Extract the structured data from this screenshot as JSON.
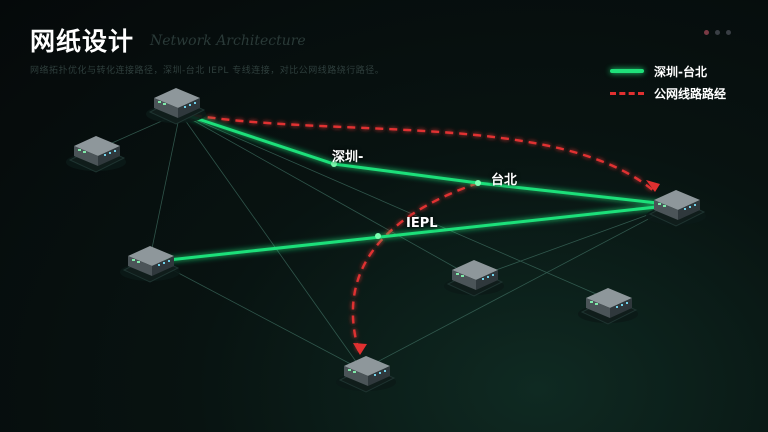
{
  "page": {
    "title": "网纸设计",
    "title_ghost": "Network Architecture",
    "subtitle": "网络拓扑优化与转化连接路径，深圳-台北 IEPL 专线连接，对比公网线路绕行路径。",
    "pagination": {
      "total": 3,
      "active": 0
    }
  },
  "legend": [
    {
      "label": "深圳-台北",
      "style": "solid",
      "color": "#1fe07a"
    },
    {
      "label": "公网线路路经",
      "style": "dashed",
      "color": "#e03030"
    }
  ],
  "labels": {
    "shenzhen": "深圳-",
    "taipei": "台北",
    "iepl": "IEPL"
  },
  "colors": {
    "green": "#1fe07a",
    "red": "#e03030",
    "mesh": "#3d6b5e"
  },
  "devices": [
    {
      "id": "device-a",
      "icon": "server-icon"
    },
    {
      "id": "device-b",
      "icon": "server-icon"
    },
    {
      "id": "device-c",
      "icon": "server-icon"
    },
    {
      "id": "device-d",
      "icon": "server-icon"
    },
    {
      "id": "device-e",
      "icon": "server-icon"
    },
    {
      "id": "device-f",
      "icon": "server-icon"
    },
    {
      "id": "device-g",
      "icon": "server-icon"
    }
  ]
}
